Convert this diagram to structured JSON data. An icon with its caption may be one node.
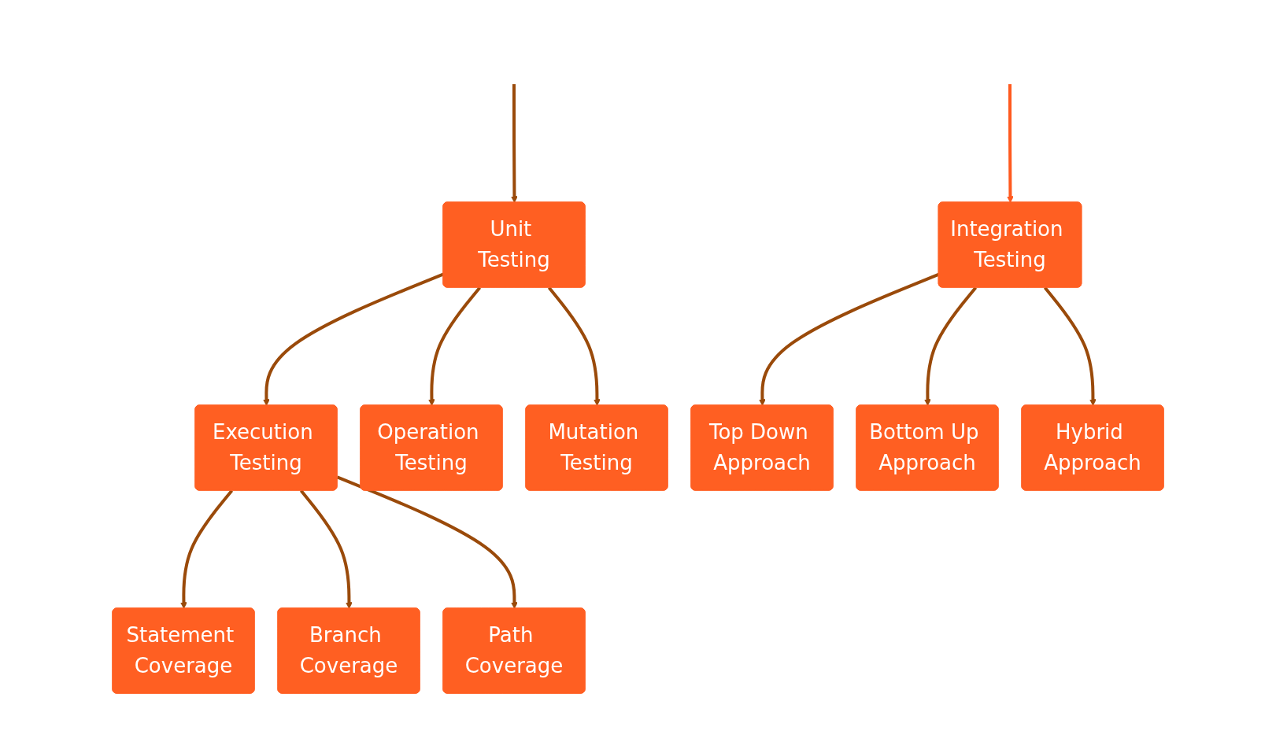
{
  "diagram": {
    "nodes": [
      {
        "text": [
          "Unit Testing"
        ]
      },
      {
        "text": [
          "Integration Testing"
        ]
      },
      {
        "text": [
          "Execution Testing"
        ]
      },
      {
        "text": [
          "Operation Testing"
        ]
      },
      {
        "text": [
          "Mutation Testing"
        ]
      },
      {
        "text": [
          "Top Down Approach"
        ]
      },
      {
        "text": [
          "Bottom Up Approach"
        ]
      },
      {
        "text": [
          "Hybrid Approach"
        ]
      },
      {
        "text": [
          "Statement Coverage"
        ]
      },
      {
        "text": [
          "Branch Coverage"
        ]
      },
      {
        "text": [
          "Path Coverage"
        ]
      }
    ],
    "edges": [
      {
        "from": null,
        "to": 0,
        "arrow": "to"
      },
      {
        "from": null,
        "to": 1,
        "arrow": "to",
        "color": "#ff5a1f"
      },
      {
        "from": 0,
        "to": 2,
        "arrow": "to"
      },
      {
        "from": 0,
        "to": 3,
        "arrow": "to"
      },
      {
        "from": 0,
        "to": 4,
        "arrow": "to"
      },
      {
        "from": 1,
        "to": 5,
        "arrow": "to"
      },
      {
        "from": 1,
        "to": 6,
        "arrow": "to"
      },
      {
        "from": 1,
        "to": 7,
        "arrow": "to"
      },
      {
        "from": 2,
        "to": 8,
        "arrow": "to"
      },
      {
        "from": 2,
        "to": 9,
        "arrow": "to"
      },
      {
        "from": 2,
        "to": 10,
        "arrow": "to"
      }
    ]
  }
}
